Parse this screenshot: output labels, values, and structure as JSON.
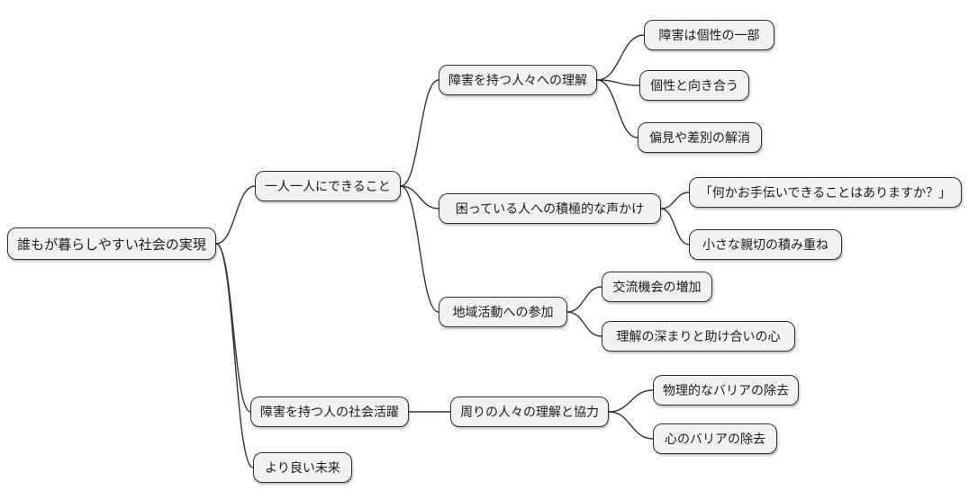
{
  "mindmap": {
    "type": "mindmap",
    "background": "#ffffff",
    "colors": {
      "node_fill": "#f2f2f2",
      "node_border": "#2f2f2f",
      "edge": "#333333",
      "text": "#1a1a1a"
    },
    "nodes": [
      {
        "id": "root",
        "level": 1,
        "label": "誰もが暮らしやすい社会の実現"
      },
      {
        "id": "hitori",
        "level": 2,
        "label": "一人一人にできること"
      },
      {
        "id": "rikai",
        "level": 3,
        "label": "障害を持つ人々への理解"
      },
      {
        "id": "kosei1",
        "level": 4,
        "label": "障害は個性の一部"
      },
      {
        "id": "kosei2",
        "level": 4,
        "label": "個性と向き合う"
      },
      {
        "id": "henken",
        "level": 4,
        "label": "偏見や差別の解消"
      },
      {
        "id": "koekake",
        "level": 3,
        "label": "困っている人への積極的な声かけ"
      },
      {
        "id": "nanika",
        "level": 4,
        "label": "「何かお手伝いできることはありますか？」"
      },
      {
        "id": "shinsetsu",
        "level": 4,
        "label": "小さな親切の積み重ね"
      },
      {
        "id": "chiiki",
        "level": 3,
        "label": "地域活動への参加"
      },
      {
        "id": "koryu",
        "level": 4,
        "label": "交流機会の増加"
      },
      {
        "id": "fukamari",
        "level": 4,
        "label": "理解の深まりと助け合いの心"
      },
      {
        "id": "shakai",
        "level": 2,
        "label": "障害を持つ人の社会活躍"
      },
      {
        "id": "mawari",
        "level": 3,
        "label": "周りの人々の理解と協力"
      },
      {
        "id": "butsuri",
        "level": 4,
        "label": "物理的なバリアの除去"
      },
      {
        "id": "kokoro",
        "level": 4,
        "label": "心のバリアの除去"
      },
      {
        "id": "mirai",
        "level": 2,
        "label": "より良い未来"
      }
    ],
    "edges": [
      [
        "root",
        "hitori"
      ],
      [
        "root",
        "shakai"
      ],
      [
        "root",
        "mirai"
      ],
      [
        "hitori",
        "rikai"
      ],
      [
        "hitori",
        "koekake"
      ],
      [
        "hitori",
        "chiiki"
      ],
      [
        "rikai",
        "kosei1"
      ],
      [
        "rikai",
        "kosei2"
      ],
      [
        "rikai",
        "henken"
      ],
      [
        "koekake",
        "nanika"
      ],
      [
        "koekake",
        "shinsetsu"
      ],
      [
        "chiiki",
        "koryu"
      ],
      [
        "chiiki",
        "fukamari"
      ],
      [
        "shakai",
        "mawari"
      ],
      [
        "mawari",
        "butsuri"
      ],
      [
        "mawari",
        "kokoro"
      ]
    ]
  }
}
